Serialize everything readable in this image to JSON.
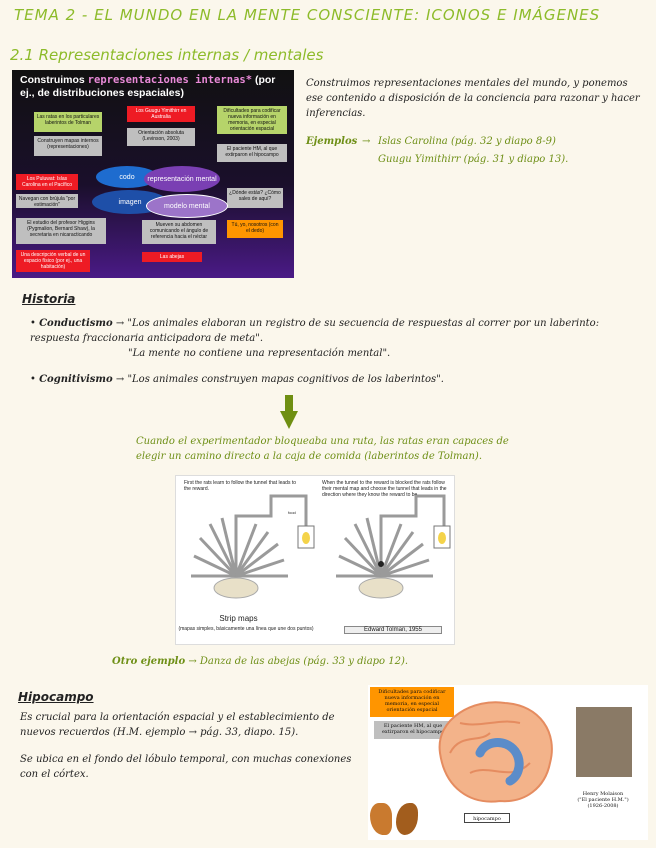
{
  "page": {
    "title": "TEMA 2 - EL MUNDO EN LA MENTE CONSCIENTE: ICONOS E IMÁGENES",
    "subtitle": "2.1 Representaciones internas / mentales"
  },
  "slide": {
    "title_a": "Construimos ",
    "title_b": "representaciones internas*",
    "title_c": " (por ej., de distribuciones espaciales)",
    "boxes": {
      "ratas": "Las ratas en los particulares laberintos de Tolman",
      "guugu": "Los Guugu Yimithirr en Australia",
      "dificultades": "Dificultades para codificar nueva información en memoria, en especial orientación espacial",
      "mapas": "Construyen mapas internos (representaciones)",
      "orientacion": "Orientación absoluta (Levinson, 2003)",
      "hm": "El paciente HM, al que extirparon el hipocampo",
      "pulusat": "Los Puluwat: Islas Carolina en el Pacífico",
      "navegar": "Navegan con brújula \"por estimación\"",
      "donde": "¿Dónde estás? ¿Cómo sales de aquí?",
      "higgins": "El estudio del profesor Higgins (Pygmalion, Bernard Shaw), la secretaria en nicaracticando",
      "mueven": "Mueven su abdomen comunicando el ángulo de referencia hacia el néctar",
      "tu": "Tú, yo, nosotros (con el dedo)",
      "descripcion": "Una descripción verbal de un espacio físico (por ej., una habitación)",
      "abejas": "Las abejas"
    },
    "ellipses": {
      "codigo": "codo",
      "repr": "representación mental",
      "imagen": "imagen",
      "modelo": "modelo mental"
    }
  },
  "notes": {
    "intro": "Construimos representaciones mentales del mundo, y ponemos ese contenido a disposición de la conciencia para razonar y hacer inferencias.",
    "ejemplos_label": "Ejemplos",
    "ejemplo1": "Islas Carolina (pág. 32 y diapo 8-9)",
    "ejemplo2": "Guugu Yimithirr (pág. 31 y diapo 13).",
    "historia": "Historia",
    "conductismo_label": "Conductismo",
    "conductismo_text": "\"Los animales elaboran un registro de su secuencia de respuestas al correr por un laberinto: respuesta fraccionaria anticipadora de meta\".",
    "conductismo_text2": "\"La mente no contiene una representación mental\".",
    "cognitivismo_label": "Cognitivismo",
    "cognitivismo_text": "\"Los animales construyen mapas cognitivos de los laberintos\".",
    "experimento": "Cuando el experimentador bloqueaba una ruta, las ratas eran capaces de elegir un camino directo a la caja de comida (laberintos de Tolman).",
    "otro_ejemplo": "Otro ejemplo",
    "danza": "Danza de las abejas (pág. 33 y diapo 12).",
    "hipocampo": "Hipocampo",
    "hipocampo_text1": "Es crucial para la orientación espacial y el establecimiento de nuevos recuerdos (H.M. ejemplo → pág. 33, diapo. 15).",
    "hipocampo_text2": "Se ubica en el fondo del lóbulo temporal, con muchas conexiones con el córtex."
  },
  "maze": {
    "left_caption": "First the rats learn to follow the tunnel that leads to the reward.",
    "right_caption": "When the tunnel to the reward is blocked the rats follow their mental map and choose the tunnel that leads in the direction where they know the reward to be.",
    "food_left": "food",
    "strip_title": "Strip maps",
    "strip_sub": "(mapas simples, básicamente una línea que une dos puntos)",
    "credit": "Edward Tolman, 1955"
  },
  "brain": {
    "box_orange": "Dificultades para codificar nueva información en memoria, en especial orientación espacial",
    "box_grey": "El paciente HM, al que extirparon el hipocampo",
    "label_hipocampo": "hipocampo",
    "person_name": "Henry Molaison",
    "person_alias": "(\"El paciente H.M.\")",
    "person_years": "(1926-2008)"
  },
  "colors": {
    "accent": "#8dbb2a",
    "slide_purple": "#4a1a86",
    "arrow_green": "#6f8f12"
  }
}
